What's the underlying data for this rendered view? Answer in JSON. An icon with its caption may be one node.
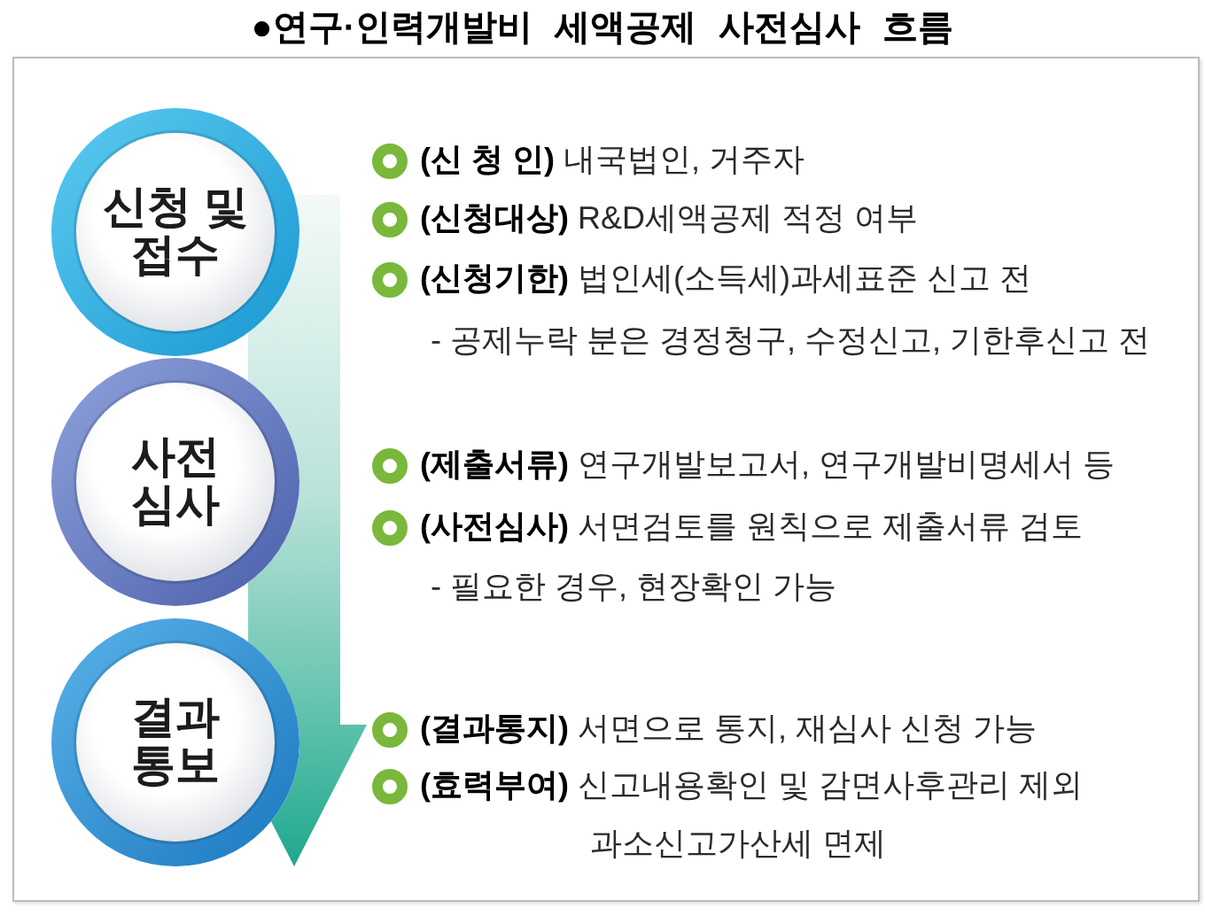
{
  "diagram": {
    "title": "●연구·인력개발비 세액공제 사전심사 흐름",
    "nodes": [
      {
        "text": [
          "신청 및 접수"
        ],
        "beside": [
          "**(신 청 인)** 내국법인, 거주자",
          "**(신청대상)** R&D세액공제 적정 여부",
          "**(신청기한)** 법인세(소득세)과세표준 신고 전",
          "- 공제누락 분은 경정청구, 수정신고, 기한후신고 전"
        ]
      },
      {
        "text": [
          "사전 심사"
        ],
        "beside": [
          "**(제출서류)** 연구개발보고서, 연구개발비명세서 등",
          "**(사전심사)** 서면검토를 원칙으로 제출서류 검토",
          "- 필요한 경우, 현장확인 가능"
        ]
      },
      {
        "text": [
          "결과 통보"
        ],
        "beside": [
          "**(결과통지)** 서면으로 통지, 재심사 신청 가능",
          "**(효력부여)** 신고내용확인 및 감면사후관리 제외 과소신고가산세 면제"
        ]
      }
    ],
    "edges": [
      {
        "from": 0,
        "to": 2,
        "arrow": "to"
      }
    ]
  }
}
